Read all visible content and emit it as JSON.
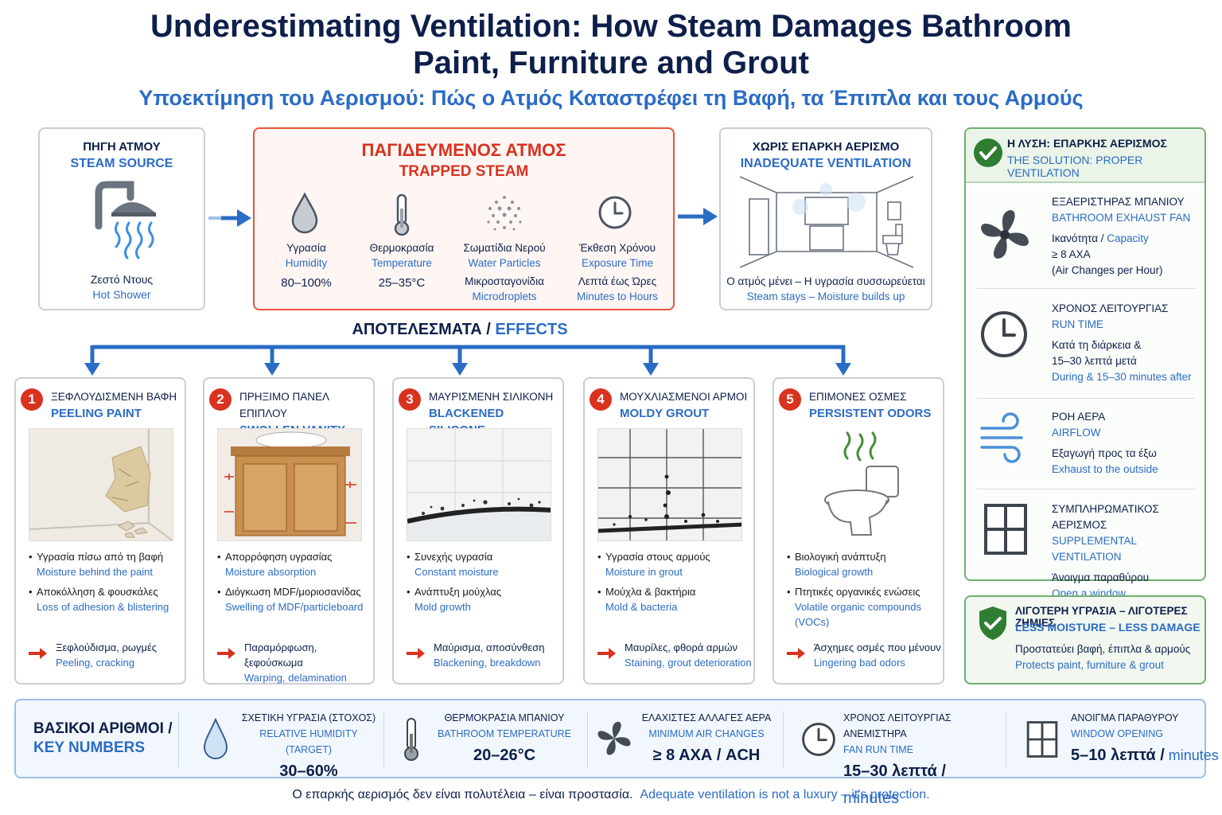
{
  "title": {
    "line1": "Underestimating Ventilation: How Steam Damages Bathroom",
    "line2": "Paint, Furniture and Grout",
    "greek": "Υποεκτίμηση του Αερισμού: Πώς ο Ατμός Καταστρέφει τη Βαφή, τα Έπιπλα και τους Αρμούς"
  },
  "source": {
    "gr": "ΠΗΓΗ ΑΤΜΟΥ",
    "en": "STEAM SOURCE",
    "sub_gr": "Ζεστό Ντους",
    "sub_en": "Hot Shower"
  },
  "trapped": {
    "gr": "ΠΑΓΙΔΕΥΜΕΝΟΣ ΑΤΜΟΣ",
    "en": "TRAPPED STEAM",
    "items": [
      {
        "gr": "Υγρασία",
        "en": "Humidity",
        "val": "80–100%",
        "val_en": ""
      },
      {
        "gr": "Θερμοκρασία",
        "en": "Temperature",
        "val": "25–35°C",
        "val_en": ""
      },
      {
        "gr": "Σωματίδια Νερού",
        "en": "Water Particles",
        "val": "Μικροσταγονίδια",
        "val_en": "Microdroplets"
      },
      {
        "gr": "Έκθεση Χρόνου",
        "en": "Exposure Time",
        "val": "Λεπτά έως Ώρες",
        "val_en": "Minutes to Hours"
      }
    ]
  },
  "inadequate": {
    "gr": "ΧΩΡΙΣ ΕΠΑΡΚΗ ΑΕΡΙΣΜΟ",
    "en": "INADEQUATE VENTILATION",
    "sub_gr": "Ο ατμός μένει – Η υγρασία συσσωρεύεται",
    "sub_en": "Steam stays – Moisture builds up"
  },
  "effects_heading": {
    "gr": "ΑΠΟΤΕΛΕΣΜΑΤΑ",
    "sep": " / ",
    "en": "EFFECTS"
  },
  "effects": [
    {
      "num": "1",
      "gr": "ΞΕΦΛΟΥΔΙΣΜΕΝΗ ΒΑΦΗ",
      "en": "PEELING PAINT",
      "b1_gr": "Υγρασία πίσω από τη βαφή",
      "b1_en": "Moisture behind the paint",
      "b2_gr": "Αποκόλληση & φουσκάλες",
      "b2_en": "Loss of adhesion & blistering",
      "r_gr": "Ξεφλούδισμα, ρωγμές",
      "r_en": "Peeling, cracking"
    },
    {
      "num": "2",
      "gr": "ΠΡΗΞΙΜΟ ΠΑΝΕΛ ΕΠΙΠΛΟΥ",
      "en": "SWOLLEN VANITY PANELS",
      "b1_gr": "Απορρόφηση υγρασίας",
      "b1_en": "Moisture absorption",
      "b2_gr": "Διόγκωση MDF/μοριοσανίδας",
      "b2_en": "Swelling of MDF/particleboard",
      "r_gr": "Παραμόρφωση, ξεφούσκωμα",
      "r_en": "Warping, delamination"
    },
    {
      "num": "3",
      "gr": "ΜΑΥΡΙΣΜΕΝΗ ΣΙΛΙΚΟΝΗ",
      "en": "BLACKENED SILICONE",
      "b1_gr": "Συνεχής υγρασία",
      "b1_en": "Constant moisture",
      "b2_gr": "Ανάπτυξη μούχλας",
      "b2_en": "Mold growth",
      "r_gr": "Μαύρισμα, αποσύνθεση",
      "r_en": "Blackening, breakdown"
    },
    {
      "num": "4",
      "gr": "ΜΟΥΧΛΙΑΣΜΕΝΟΙ ΑΡΜΟΙ",
      "en": "MOLDY GROUT",
      "b1_gr": "Υγρασία στους αρμούς",
      "b1_en": "Moisture in grout",
      "b2_gr": "Μούχλα & βακτήρια",
      "b2_en": "Mold & bacteria",
      "r_gr": "Μαυρίλες, φθορά αρμών",
      "r_en": "Staining, grout deterioration"
    },
    {
      "num": "5",
      "gr": "ΕΠΙΜΟΝΕΣ ΟΣΜΕΣ",
      "en": "PERSISTENT ODORS",
      "b1_gr": "Βιολογική ανάπτυξη",
      "b1_en": "Biological growth",
      "b2_gr": "Πτητικές οργανικές ενώσεις",
      "b2_en": "Volatile organic compounds (VOCs)",
      "r_gr": "Άσχημες οσμές που μένουν",
      "r_en": "Lingering bad odors"
    }
  ],
  "solution": {
    "gr": "Η ΛΥΣΗ: ΕΠΑΡΚΗΣ ΑΕΡΙΣΜΟΣ",
    "en": "THE SOLUTION: PROPER VENTILATION",
    "fan": {
      "gr": "ΕΞΑΕΡΙΣΤΗΡΑΣ ΜΠΑΝΙΟΥ",
      "en": "BATHROOM EXHAUST FAN",
      "l1_gr": "Ικανότητα",
      "l1_sep": " / ",
      "l1_en": "Capacity",
      "l2": "≥ 8 ΑΧΑ",
      "l3": "(Air Changes per Hour)"
    },
    "run": {
      "gr": "ΧΡΟΝΟΣ ΛΕΙΤΟΥΡΓΙΑΣ",
      "en": "RUN TIME",
      "l1": "Κατά τη διάρκεια &",
      "l2": "15–30 λεπτά μετά",
      "l3": "During & 15–30 minutes after"
    },
    "air": {
      "gr": "ΡΟΗ ΑΕΡΑ",
      "en": "AIRFLOW",
      "l1": "Εξαγωγή προς τα έξω",
      "l2": "Exhaust to the outside"
    },
    "supp": {
      "gr": "ΣΥΜΠΛΗΡΩΜΑΤΙΚΟΣ ΑΕΡΙΣΜΟΣ",
      "en": "SUPPLEMENTAL VENTILATION",
      "l1": "Άνοιγμα παραθύρου",
      "l2": "Open a window"
    }
  },
  "less": {
    "gr": "ΛΙΓΟΤΕΡΗ ΥΓΡΑΣΙΑ – ΛΙΓΟΤΕΡΕΣ ΖΗΜΙΕΣ",
    "en": "LESS MOISTURE – LESS DAMAGE",
    "l1": "Προστατεύει βαφή, έπιπλα & αρμούς",
    "l2": "Protects paint, furniture & grout"
  },
  "key": {
    "gr": "ΒΑΣΙΚΟΙ ΑΡΙΘΜΟΙ /",
    "en": "KEY NUMBERS",
    "items": [
      {
        "gr": "ΣΧΕΤΙΚΗ ΥΓΡΑΣΙΑ (ΣΤΟΧΟΣ)",
        "en": "RELATIVE HUMIDITY (TARGET)",
        "val": "30–60%",
        "unit": ""
      },
      {
        "gr": "ΘΕΡΜΟΚΡΑΣΙΑ ΜΠΑΝΙΟΥ",
        "en": "BATHROOM TEMPERATURE",
        "val": "20–26°C",
        "unit": ""
      },
      {
        "gr": "ΕΛΑΧΙΣΤΕΣ ΑΛΛΑΓΕΣ ΑΕΡΑ",
        "en": "MINIMUM AIR CHANGES",
        "val": "≥ 8 ΑΧΑ / ACH",
        "unit": ""
      },
      {
        "gr": "ΧΡΟΝΟΣ ΛΕΙΤΟΥΡΓΙΑΣ ΑΝΕΜΙΣΤΗΡΑ",
        "en": "FAN RUN TIME",
        "val": "15–30 λεπτά /",
        "unit": " minutes"
      },
      {
        "gr": "ΑΝΟΙΓΜΑ ΠΑΡΑΘΥΡΟΥ",
        "en": "WINDOW OPENING",
        "val": "5–10 λεπτά /",
        "unit": " minutes"
      }
    ]
  },
  "footer": {
    "gr": "Ο επαρκής αερισμός δεν είναι πολυτέλεια – είναι προστασία.",
    "en": "Adequate ventilation is not a luxury – it's protection."
  },
  "colors": {
    "navy": "#0d1f4a",
    "blue": "#2b6cc4",
    "red": "#d9321f",
    "green": "#2e7d32",
    "steel": "#555b63"
  },
  "icons": [
    "shower-icon",
    "droplet-icon",
    "thermometer-icon",
    "particles-icon",
    "clock-icon",
    "bathroom-room-icon",
    "arrow-right-icon",
    "check-badge-icon",
    "fan-icon",
    "airflow-icon",
    "window-icon",
    "shield-check-icon",
    "toilet-odor-icon"
  ]
}
